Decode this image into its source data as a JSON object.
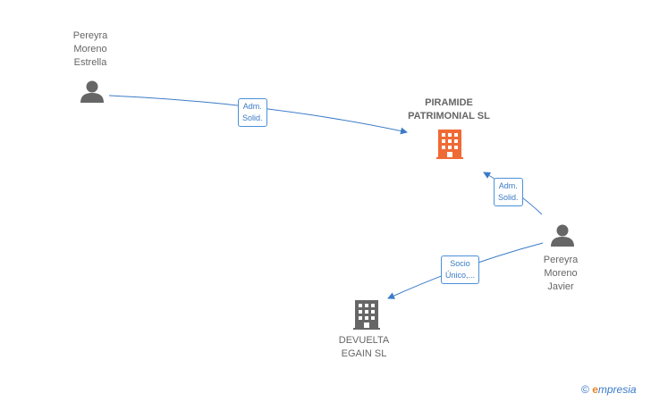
{
  "people": [
    {
      "id": "p1",
      "lines": "Pereyra\nMoreno\nEstrella"
    },
    {
      "id": "p2",
      "lines": "Pereyra\nMoreno\nJavier"
    }
  ],
  "companies": [
    {
      "id": "c1",
      "lines": "PIRAMIDE\nPATRIMONIAL SL",
      "highlight": true,
      "color": "#f06a35"
    },
    {
      "id": "c2",
      "lines": "DEVUELTA\nEGAIN SL",
      "highlight": false,
      "color": "#666666"
    }
  ],
  "edges": [
    {
      "from": "p1",
      "to": "c1",
      "label": "Adm.\nSolid."
    },
    {
      "from": "p2",
      "to": "c1",
      "label": "Adm.\nSolid."
    },
    {
      "from": "p2",
      "to": "c2",
      "label": "Socio\nÚnico,..."
    }
  ],
  "colors": {
    "edge": "#3a7bc8",
    "person": "#666666"
  },
  "brand": {
    "copyright": "©",
    "e": "e",
    "name": "mpresia"
  }
}
